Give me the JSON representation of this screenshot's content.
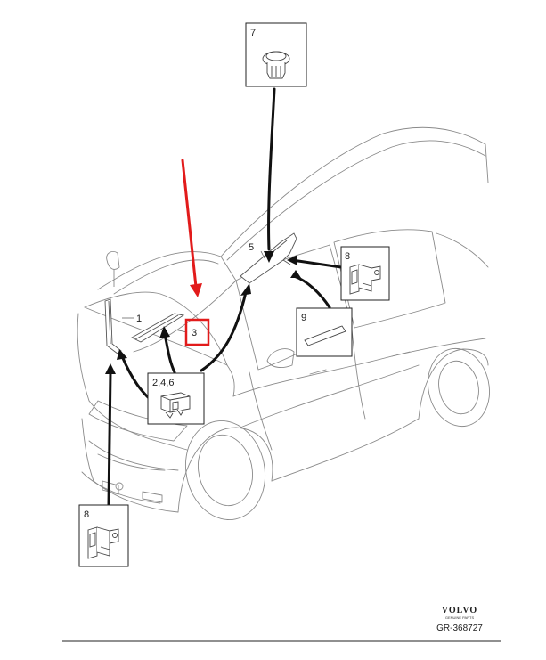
{
  "callouts": {
    "c1": "1",
    "c3": "3",
    "c5": "5",
    "c7": "7",
    "c8_top": "8",
    "c9": "9",
    "c246": "2,4,6",
    "c8_bottom": "8"
  },
  "brand": {
    "name": "VOLVO",
    "tagline": "GENUINE PARTS",
    "code": "GR-368727"
  },
  "colors": {
    "line": "#7a7a7a",
    "ink": "#222222",
    "highlight": "#e21b1b"
  }
}
